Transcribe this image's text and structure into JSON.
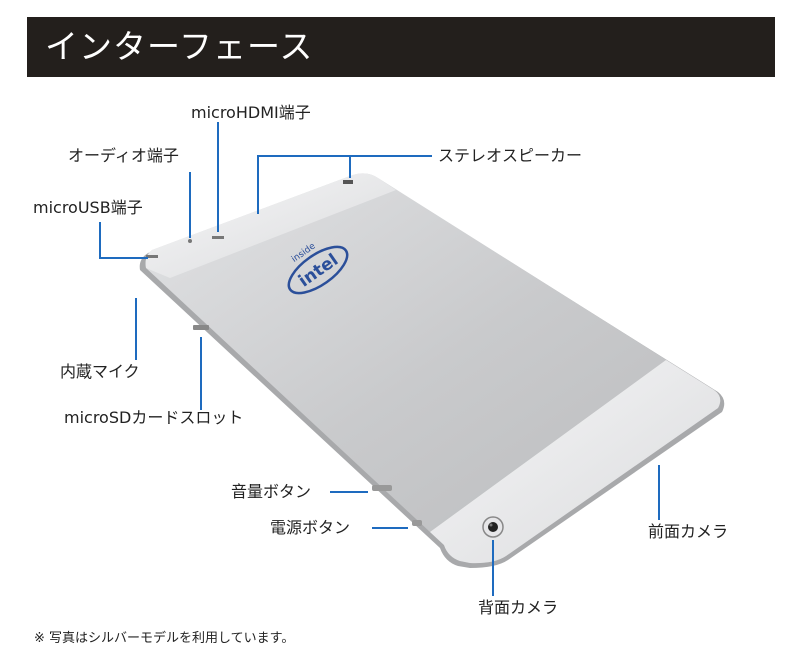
{
  "header": {
    "title": "インターフェース"
  },
  "labels": {
    "micro_hdmi": "microHDMI端子",
    "audio": "オーディオ端子",
    "stereo_speaker": "ステレオスピーカー",
    "micro_usb": "microUSB端子",
    "microphone": "内蔵マイク",
    "micro_sd": "microSDカードスロット",
    "volume_button": "音量ボタン",
    "power_button": "電源ボタン",
    "front_camera": "前面カメラ",
    "rear_camera": "背面カメラ"
  },
  "device": {
    "logo_text": "intel",
    "logo_sub": "inside"
  },
  "footnote": "※ 写真はシルバーモデルを利用しています。",
  "colors": {
    "header_bg": "#231f1c",
    "callout_line": "#1e6bbf",
    "body": "#c8c9cb"
  }
}
